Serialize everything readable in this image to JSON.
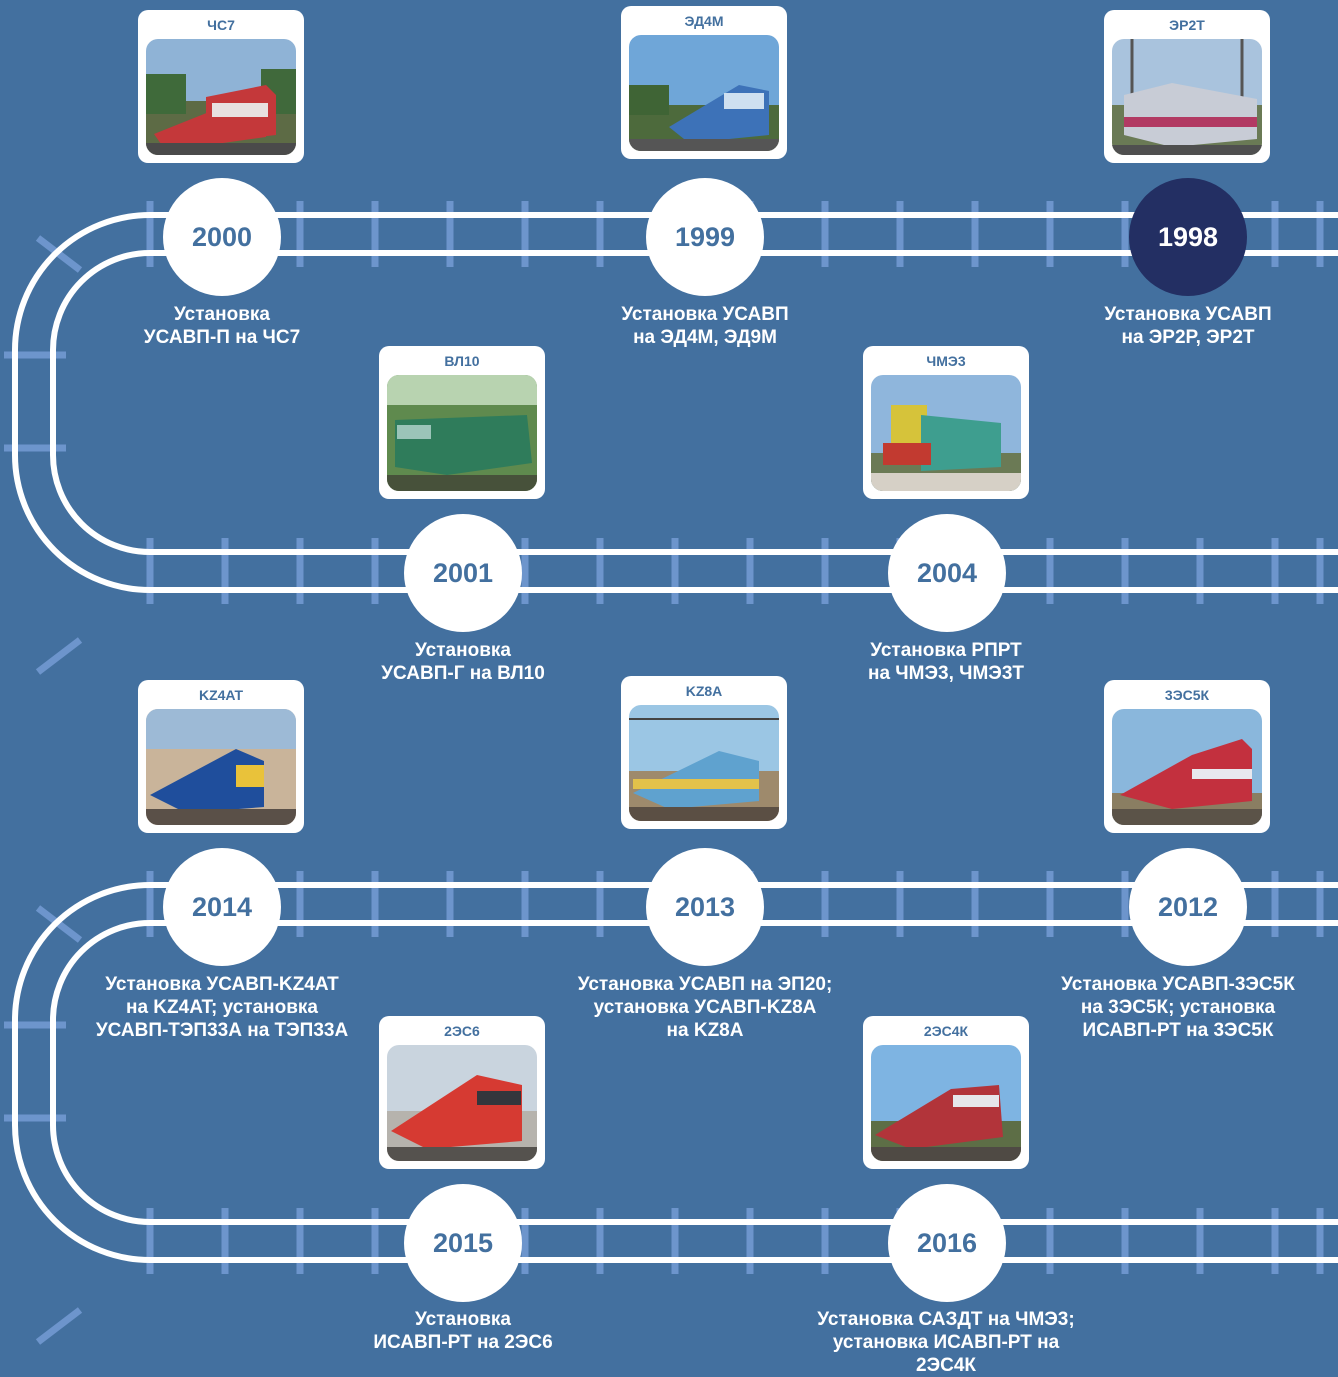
{
  "colors": {
    "background": "#43709f",
    "rail": "#ffffff",
    "sleeper": "#6d95cc",
    "circle": "#ffffff",
    "circle_text": "#43709f",
    "circle_active": "#232f63"
  },
  "milestones": [
    {
      "year": "2000",
      "model": "ЧС7",
      "text": "Установка\nУСАВП-П на ЧС7",
      "loco_color": "#c4383a",
      "active": false
    },
    {
      "year": "1999",
      "model": "ЭД4М",
      "text": "Установка УСАВП\nна ЭД4М, ЭД9М",
      "loco_color": "#3d72b8",
      "active": false
    },
    {
      "year": "1998",
      "model": "ЭР2Т",
      "text": "Установка УСАВП\nна ЭР2Р, ЭР2Т",
      "loco_color": "#b23a63",
      "active": true
    },
    {
      "year": "2001",
      "model": "ВЛ10",
      "text": "Установка\nУСАВП-Г на ВЛ10",
      "loco_color": "#2f7c5b",
      "active": false
    },
    {
      "year": "2004",
      "model": "ЧМЭ3",
      "text": "Установка РПРТ\nна ЧМЭ3, ЧМЭ3Т",
      "loco_color": "#3e9e8f",
      "active": false
    },
    {
      "year": "2014",
      "model": "KZ4AT",
      "text": "Установка УСАВП-KZ4AT\nна KZ4AT; установка\nУСАВП-ТЭП33А на ТЭП33А",
      "loco_color": "#1f4e9c",
      "active": false
    },
    {
      "year": "2013",
      "model": "KZ8A",
      "text": "Установка УСАВП на ЭП20;\nустановка УСАВП-KZ8A\nна KZ8A",
      "loco_color": "#5fa2cf",
      "active": false
    },
    {
      "year": "2012",
      "model": "3ЭС5К",
      "text": "Установка УСАВП-3ЭС5К\nна 3ЭС5К; установка\nИСАВП-РТ на 3ЭС5К",
      "loco_color": "#c3303e",
      "active": false
    },
    {
      "year": "2015",
      "model": "2ЭС6",
      "text": "Установка\nИСАВП-РТ на 2ЭС6",
      "loco_color": "#d63a32",
      "active": false
    },
    {
      "year": "2016",
      "model": "2ЭС4К",
      "text": "Установка САЗДТ на ЧМЭ3;\nустановка ИСАВП-РТ на\n2ЭС4К",
      "loco_color": "#b2343a",
      "active": false
    }
  ]
}
